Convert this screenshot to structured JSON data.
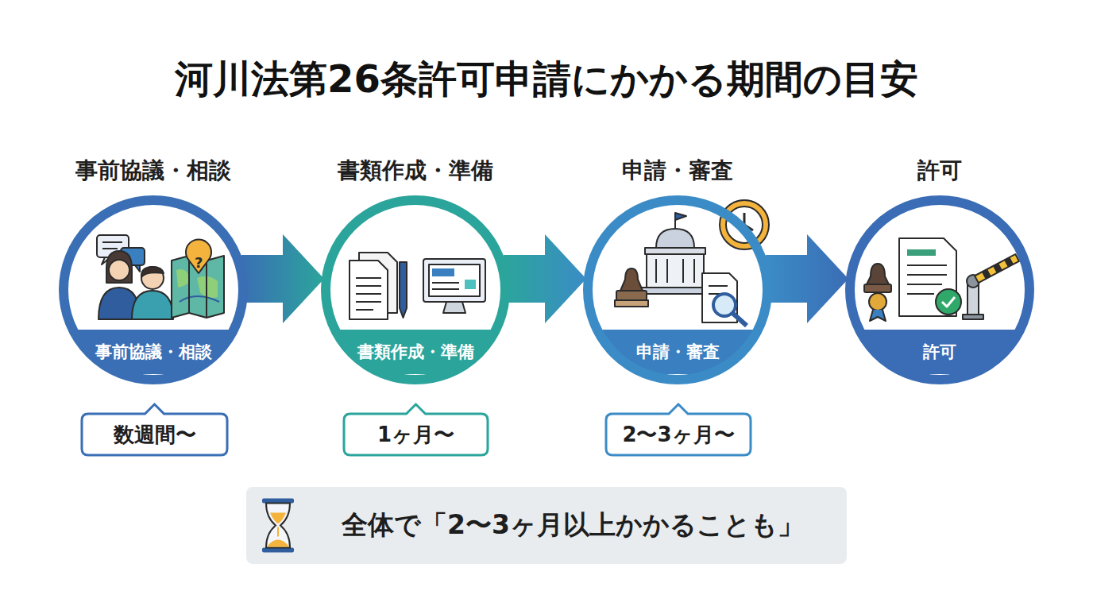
{
  "diagram": {
    "title": "河川法第26条許可申請にかかる期間の目安",
    "nodes": [
      {
        "text": [
          "事前協議・相談",
          "事前協議・相談"
        ]
      },
      {
        "text": [
          "書類作成・準備",
          "書類作成・準備"
        ]
      },
      {
        "text": [
          "申請・審査",
          "申請・審査"
        ]
      },
      {
        "text": [
          "許可",
          "許可"
        ]
      },
      {
        "text": [
          "数週間〜"
        ]
      },
      {
        "text": [
          "1ヶ月〜"
        ]
      },
      {
        "text": [
          "2〜3ヶ月〜"
        ]
      },
      {
        "text": [
          "全体で「2〜3ヶ月以上かかることも」"
        ]
      }
    ],
    "edges": [
      {
        "from": 0,
        "to": 1,
        "arrow": "to"
      },
      {
        "from": 1,
        "to": 2,
        "arrow": "to"
      },
      {
        "from": 2,
        "to": 3,
        "arrow": "to"
      }
    ],
    "labels": [
      "?"
    ]
  }
}
